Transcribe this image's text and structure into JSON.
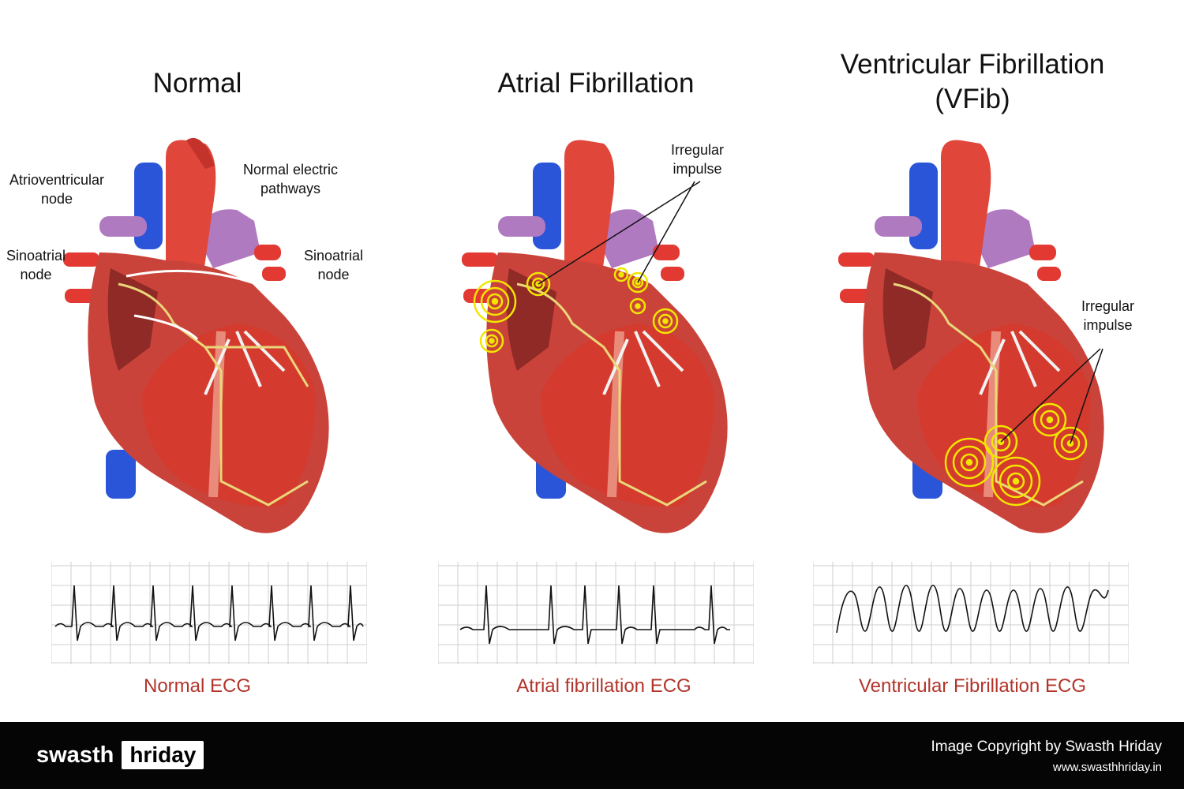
{
  "panels": [
    {
      "title_lines": [
        "Normal",
        ""
      ],
      "ecg_label": "Normal ECG",
      "callouts": [
        "Atrioventricular",
        "node",
        "Normal electric",
        "pathways",
        "Sinoatrial",
        "node",
        "Sinoatrial",
        "node"
      ]
    },
    {
      "title_lines": [
        "Atrial Fibrillation",
        ""
      ],
      "ecg_label": "Atrial fibrillation ECG",
      "callouts": [
        "Irregular",
        "impulse"
      ]
    },
    {
      "title_lines": [
        "Ventricular Fibrillation",
        "(VFib)"
      ],
      "ecg_label": "Ventricular Fibrillation ECG",
      "callouts": [
        "Irregular",
        "impulse"
      ]
    }
  ],
  "footer": {
    "brand_part1": "swasth",
    "brand_part2": "hriday",
    "copyright": "Image Copyright by Swasth Hriday",
    "website": "www.swasthhriday.in"
  },
  "colors": {
    "ecg_label": "#b2342a",
    "impulse": "#f2e600",
    "vein": "#2a55d8",
    "artery": "#e23a33",
    "pulmonary": "#b07ac0",
    "muscle": "#c9433a"
  }
}
